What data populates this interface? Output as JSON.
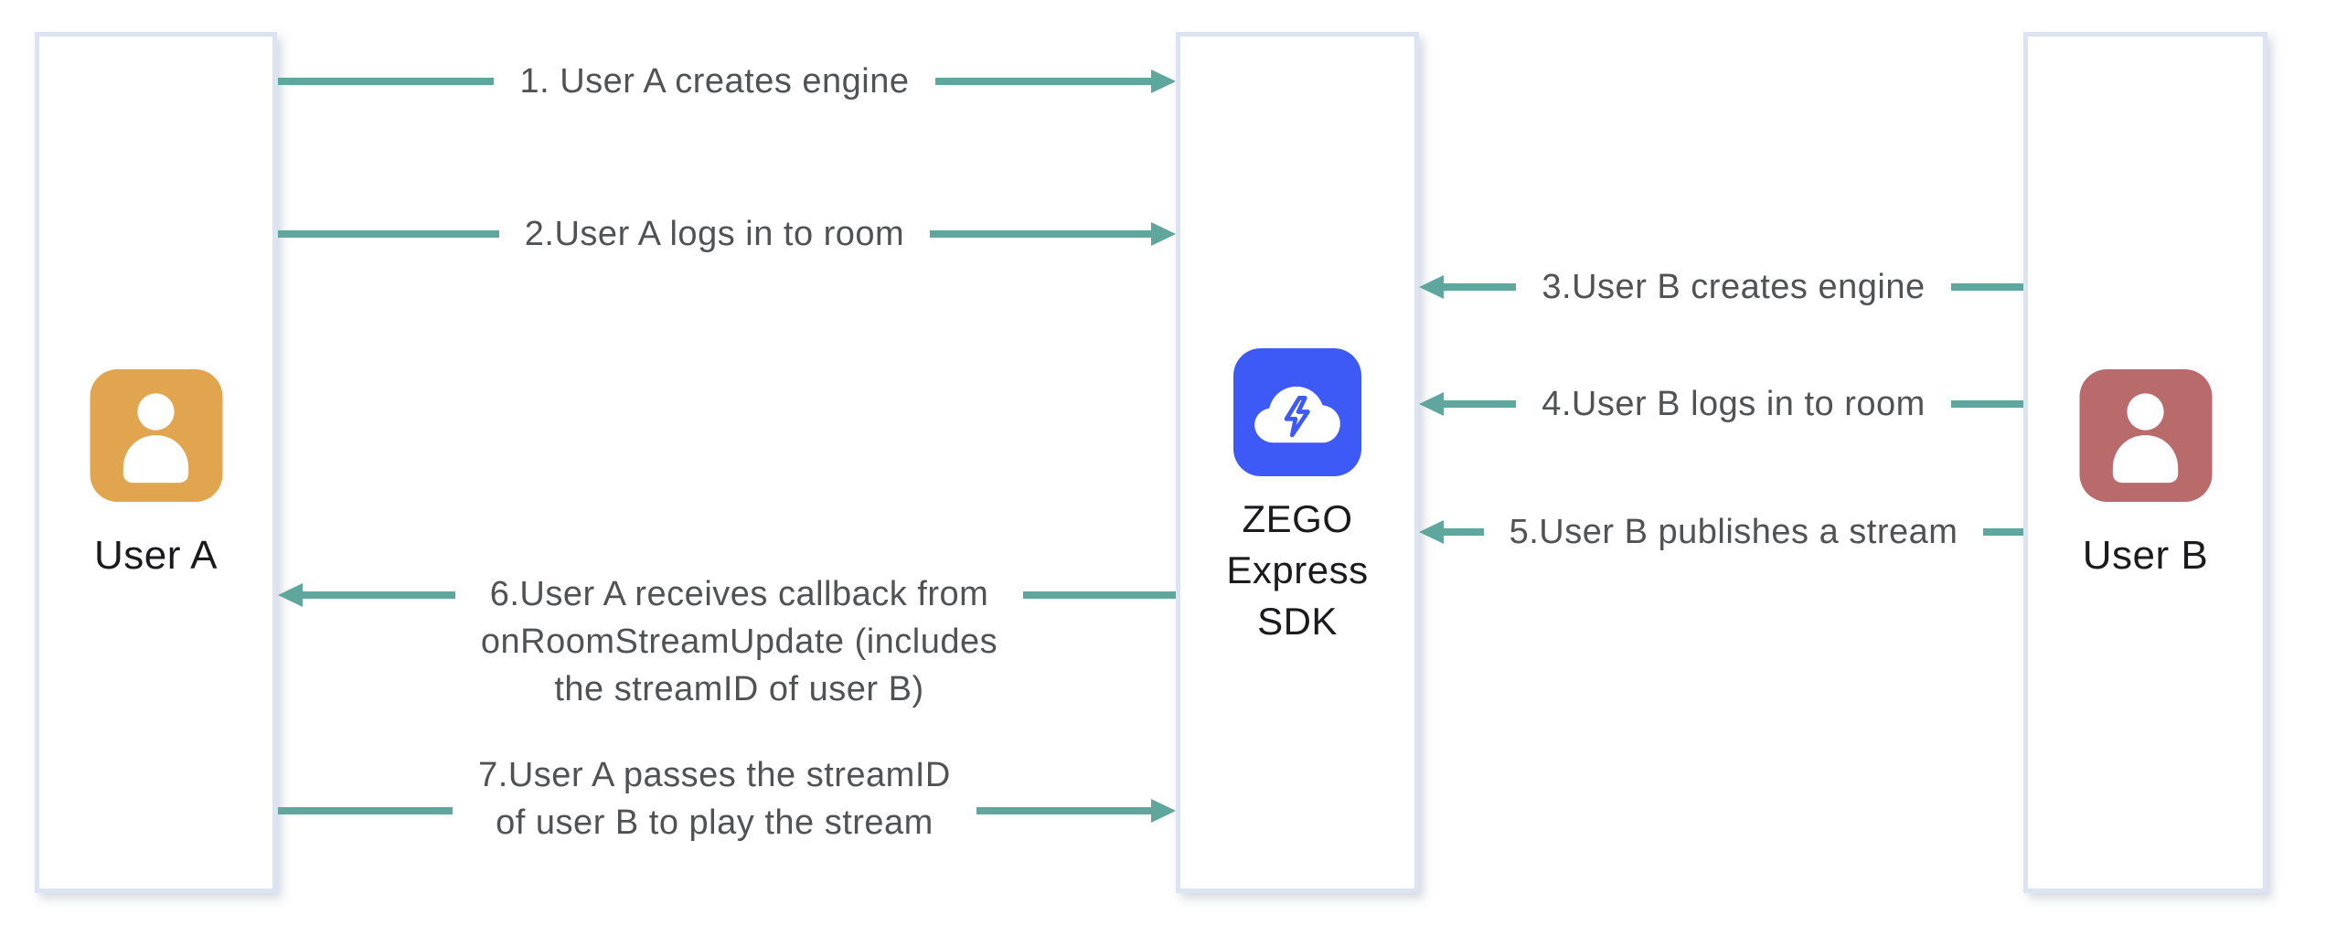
{
  "diagram_title": "ZEGO Express SDK stream publish / play sequence",
  "actors": {
    "user_a": {
      "label": "User A",
      "icon": "person-icon",
      "avatar_color": "#E2A54F"
    },
    "sdk": {
      "label": "ZEGO Express SDK",
      "label_lines": [
        "ZEGO",
        "Express",
        "SDK"
      ],
      "icon": "cloud-lightning-icon",
      "avatar_color": "#3D5AF7"
    },
    "user_b": {
      "label": "User B",
      "icon": "person-icon",
      "avatar_color": "#B96B6C"
    }
  },
  "messages": [
    {
      "text": "1. User A creates engine",
      "from": "User A",
      "to": "ZEGO Express SDK",
      "direction": "right"
    },
    {
      "text": "2.User A logs in to room",
      "from": "User A",
      "to": "ZEGO Express SDK",
      "direction": "right"
    },
    {
      "text": "3.User B creates engine",
      "from": "User B",
      "to": "ZEGO Express SDK",
      "direction": "left"
    },
    {
      "text": "4.User B logs in to room",
      "from": "User B",
      "to": "ZEGO Express SDK",
      "direction": "left"
    },
    {
      "text": "5.User B publishes a stream",
      "from": "User B",
      "to": "ZEGO Express SDK",
      "direction": "left"
    },
    {
      "lines": [
        "6.User A receives callback from",
        "onRoomStreamUpdate (includes",
        "the streamID of user B)"
      ],
      "from": "ZEGO Express SDK",
      "to": "User A",
      "direction": "left"
    },
    {
      "lines": [
        "7.User A passes the streamID",
        "of user B to play the stream"
      ],
      "from": "User A",
      "to": "ZEGO Express SDK",
      "direction": "right"
    }
  ],
  "colors": {
    "arrow": "#5FA79D",
    "user_a_avatar": "#E2A54F",
    "user_b_avatar": "#B96B6C",
    "sdk_avatar": "#3D5AF7",
    "box_border": "#DCE3F3",
    "message_text": "#515254",
    "actor_text": "#1B1B1D"
  }
}
